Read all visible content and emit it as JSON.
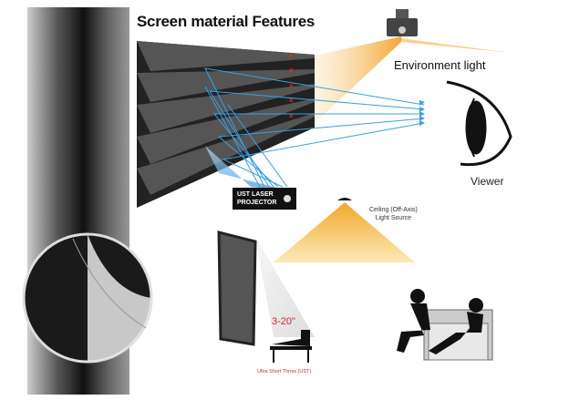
{
  "title": "Screen material Features",
  "labels": {
    "environment_light": "Environment light",
    "viewer": "Viewer",
    "ust_projector_line1": "UST LASER",
    "ust_projector_line2": "PROJECTOR",
    "ceiling_line1": "Ceiling (Off-Axis)",
    "ceiling_line2": "Light Source",
    "throw_distance": "3-20\"",
    "ust_label": "Ultra Short Throw (UST)"
  },
  "colors": {
    "ambient_light": "#f5a623",
    "projector_ray": "#3aa0e0",
    "reject_mark": "#e03020",
    "label_red": "#dd2233"
  }
}
